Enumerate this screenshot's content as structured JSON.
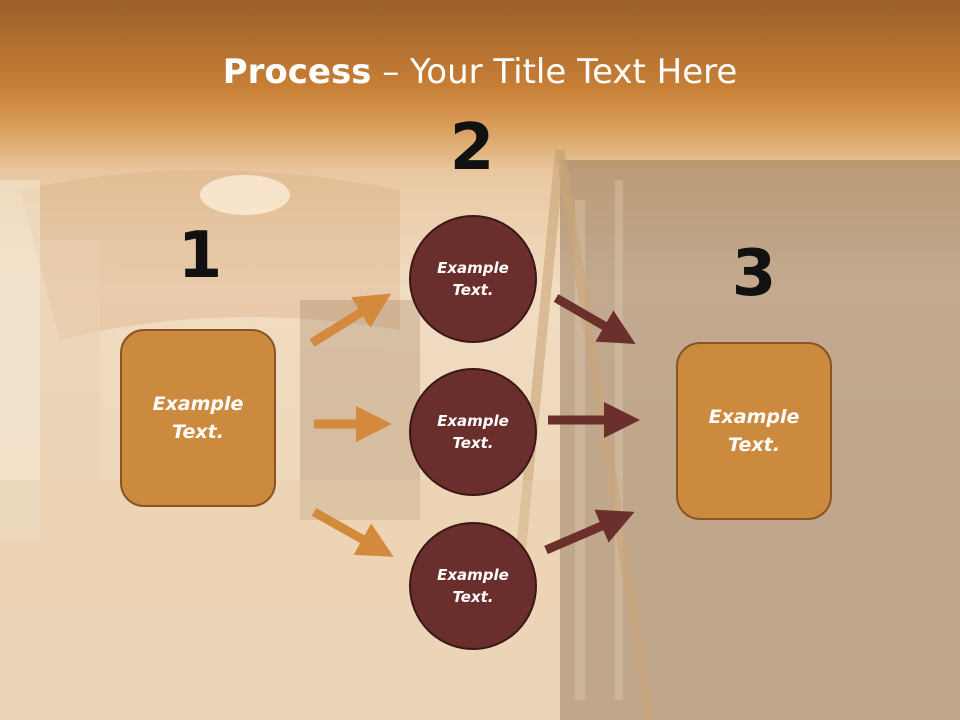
{
  "title": {
    "bold": "Process",
    "rest": " – Your Title Text Here"
  },
  "steps": [
    {
      "number": "1",
      "label": "Example\nText."
    },
    {
      "number": "2",
      "label": "Example\nText."
    },
    {
      "number": "3",
      "label": "Example\nText."
    }
  ],
  "circles": [
    {
      "label": "Example\nText."
    },
    {
      "label": "Example\nText."
    },
    {
      "label": "Example\nText."
    }
  ],
  "colors": {
    "box": "#cc8a3e",
    "circle": "#6a2f2c",
    "arrow_left": "#d38a3c",
    "arrow_right": "#6b2f2c"
  }
}
